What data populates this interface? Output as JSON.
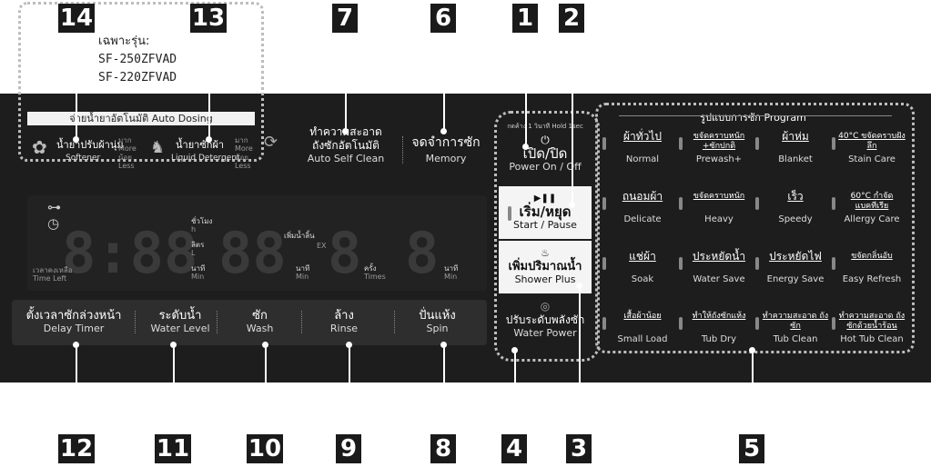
{
  "callouts": {
    "n1": "1",
    "n2": "2",
    "n3": "3",
    "n4": "4",
    "n5": "5",
    "n6": "6",
    "n7": "7",
    "n8": "8",
    "n9": "9",
    "n10": "10",
    "n11": "11",
    "n12": "12",
    "n13": "13",
    "n14": "14"
  },
  "model_note": {
    "line1": "เฉพาะรุ่น:",
    "line2": "SF-250ZFVAD",
    "line3": "SF-220ZFVAD"
  },
  "auto_dosing": {
    "header": "จ่ายน้ำยาอัตโนมัติ Auto Dosing",
    "softener_th": "น้ำยาปรับผ้านุ่ม",
    "softener_en": "Softener",
    "detergent_th": "น้ำยาซักผ้า",
    "detergent_en": "Liquid Detergent",
    "more_th": "มาก",
    "more_en": "More",
    "less_th": "น้อย",
    "less_en": "Less"
  },
  "auto_self_clean": {
    "line1": "ทำความสะอาด",
    "line2": "ถังซักอัตโนมัติ",
    "en": "Auto Self Clean"
  },
  "memory": {
    "th": "จดจำการซัก",
    "en": "Memory"
  },
  "power": {
    "hold": "กดค้าง 1 วินาที Hold 1sec",
    "icon": "⏻",
    "th": "เปิด/ปิด",
    "en": "Power On / Off"
  },
  "start": {
    "icon": "▶❚❚",
    "th": "เริ่ม/หยุด",
    "en": "Start / Pause"
  },
  "shower": {
    "th": "เพิ่มปริมาณน้ำ",
    "en": "Shower Plus"
  },
  "water_power": {
    "th": "ปรับระดับพลังซัก",
    "en": "Water Power"
  },
  "display": {
    "key": "⊶",
    "clock": "◷",
    "digits1": "8:88",
    "digits2": "88",
    "digits3": "8",
    "digits4": "8",
    "hour_th": "ชั่วโมง",
    "hour_en": "h",
    "liter_th": "ลิตร",
    "liter_en": "L",
    "min_th": "นาที",
    "min_en": "Min",
    "time_left_th": "เวลาคงเหลือ",
    "time_left_en": "Time Left",
    "add_water_th": "เพิ่มน้ำลิ้น",
    "add_water_en": "EX",
    "times_th": "ครั้ง",
    "times_en": "Times"
  },
  "bottom_buttons": [
    {
      "th": "ตั้งเวลาซักล่วงหน้า",
      "en": "Delay Timer"
    },
    {
      "th": "ระดับน้ำ",
      "en": "Water Level"
    },
    {
      "th": "ซัก",
      "en": "Wash"
    },
    {
      "th": "ล้าง",
      "en": "Rinse"
    },
    {
      "th": "ปั่นแห้ง",
      "en": "Spin"
    }
  ],
  "program": {
    "header": "รูปแบบการซัก Program",
    "items": [
      {
        "th": "ผ้าทั่วไป",
        "en": "Normal"
      },
      {
        "th": "ขจัดคราบหนัก +ซักปกติ",
        "en": "Prewash+"
      },
      {
        "th": "ผ้าห่ม",
        "en": "Blanket"
      },
      {
        "th": "40°C ขจัดคราบฝังลึก",
        "en": "Stain Care"
      },
      {
        "th": "ถนอมผ้า",
        "en": "Delicate"
      },
      {
        "th": "ขจัดคราบหนัก",
        "en": "Heavy"
      },
      {
        "th": "เร็ว",
        "en": "Speedy"
      },
      {
        "th": "60°C กำจัดแบคทีเรีย",
        "en": "Allergy Care"
      },
      {
        "th": "แช่ผ้า",
        "en": "Soak"
      },
      {
        "th": "ประหยัดน้ำ",
        "en": "Water Save"
      },
      {
        "th": "ประหยัดไฟ",
        "en": "Energy Save"
      },
      {
        "th": "ขจัดกลิ่นอับ",
        "en": "Easy Refresh"
      },
      {
        "th": "เสื้อผ้าน้อย",
        "en": "Small Load"
      },
      {
        "th": "ทำให้ถังซักแห้ง",
        "en": "Tub Dry"
      },
      {
        "th": "ทำความสะอาด ถังซัก",
        "en": "Tub Clean"
      },
      {
        "th": "ทำความสะอาด ถังซักด้วยน้ำร้อน",
        "en": "Hot Tub Clean"
      }
    ]
  }
}
